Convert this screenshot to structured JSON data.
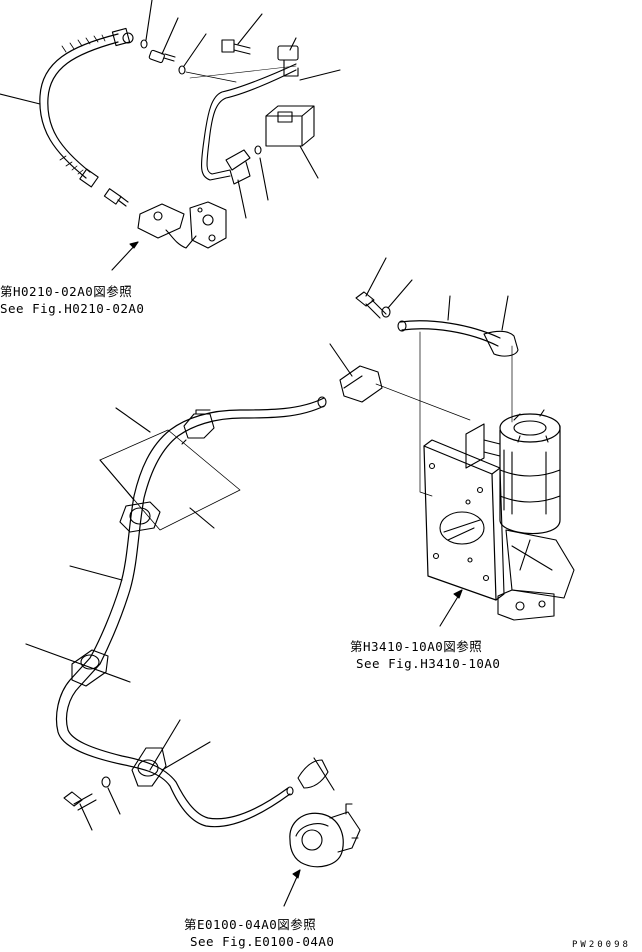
{
  "references": [
    {
      "id": "ref-h0210",
      "jp": "第H0210-02A0図参照",
      "en": "See Fig.H0210-02A0"
    },
    {
      "id": "ref-h3410",
      "jp": "第H3410-10A0図参照",
      "en": "See Fig.H3410-10A0"
    },
    {
      "id": "ref-e0100",
      "jp": "第E0100-04A0図参照",
      "en": "See Fig.E0100-04A0"
    }
  ],
  "drawing_code": "PW20098",
  "colors": {
    "ink": "#000000",
    "paper": "#ffffff"
  }
}
